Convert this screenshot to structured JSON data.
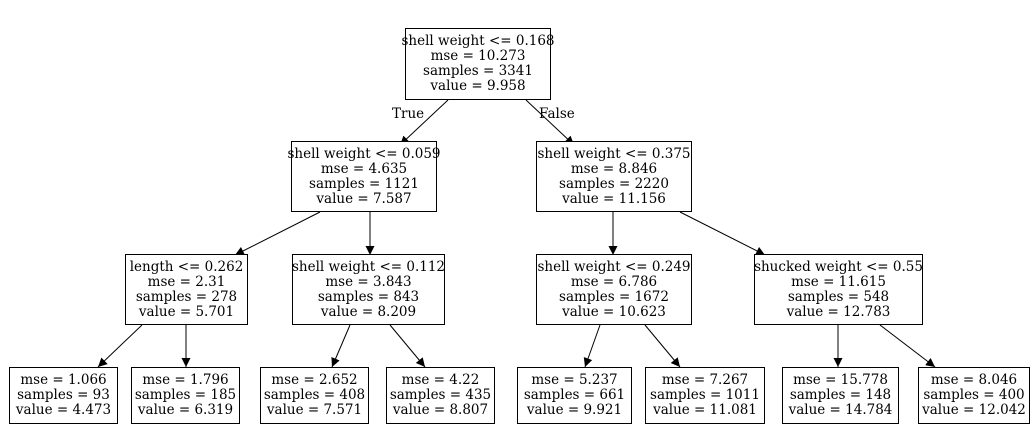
{
  "tree": {
    "root": {
      "split": "shell weight <= 0.168",
      "mse": "mse = 10.273",
      "samples": "samples = 3341",
      "value": "value = 9.958"
    },
    "n_l": {
      "split": "shell weight <= 0.059",
      "mse": "mse = 4.635",
      "samples": "samples = 1121",
      "value": "value = 7.587"
    },
    "n_r": {
      "split": "shell weight <= 0.375",
      "mse": "mse = 8.846",
      "samples": "samples = 2220",
      "value": "value = 11.156"
    },
    "n_ll": {
      "split": "length <= 0.262",
      "mse": "mse = 2.31",
      "samples": "samples = 278",
      "value": "value = 5.701"
    },
    "n_lr": {
      "split": "shell weight <= 0.112",
      "mse": "mse = 3.843",
      "samples": "samples = 843",
      "value": "value = 8.209"
    },
    "n_rl": {
      "split": "shell weight <= 0.249",
      "mse": "mse = 6.786",
      "samples": "samples = 1672",
      "value": "value = 10.623"
    },
    "n_rr": {
      "split": "shucked weight <= 0.55",
      "mse": "mse = 11.615",
      "samples": "samples = 548",
      "value": "value = 12.783"
    },
    "leaf1": {
      "mse": "mse = 1.066",
      "samples": "samples = 93",
      "value": "value = 4.473"
    },
    "leaf2": {
      "mse": "mse = 1.796",
      "samples": "samples = 185",
      "value": "value = 6.319"
    },
    "leaf3": {
      "mse": "mse = 2.652",
      "samples": "samples = 408",
      "value": "value = 7.571"
    },
    "leaf4": {
      "mse": "mse = 4.22",
      "samples": "samples = 435",
      "value": "value = 8.807"
    },
    "leaf5": {
      "mse": "mse = 5.237",
      "samples": "samples = 661",
      "value": "value = 9.921"
    },
    "leaf6": {
      "mse": "mse = 7.267",
      "samples": "samples = 1011",
      "value": "value = 11.081"
    },
    "leaf7": {
      "mse": "mse = 15.778",
      "samples": "samples = 148",
      "value": "value = 14.784"
    },
    "leaf8": {
      "mse": "mse = 8.046",
      "samples": "samples = 400",
      "value": "value = 12.042"
    }
  },
  "edge_labels": {
    "true": "True",
    "false": "False"
  }
}
